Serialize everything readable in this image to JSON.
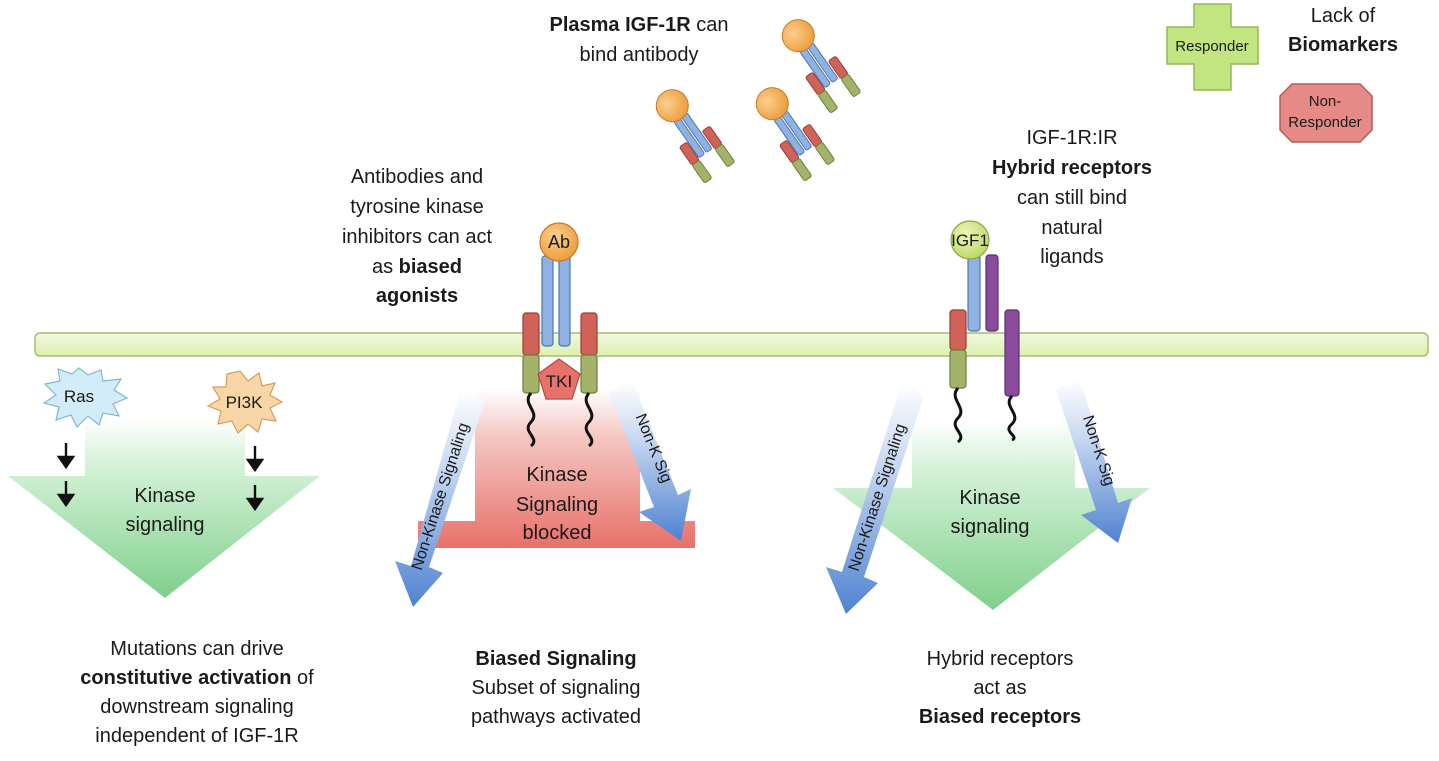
{
  "plasma": {
    "line1_bold": "Plasma IGF-1R",
    "line1_rest": " can",
    "line2": "bind antibody"
  },
  "biomarkers": {
    "line1": "Lack of",
    "line2": "Biomarkers",
    "responder": "Responder",
    "non_responder_1": "Non-",
    "non_responder_2": "Responder"
  },
  "hybrid_note": {
    "line1": "IGF-1R:IR",
    "line2": "Hybrid receptors",
    "line3": "can still bind",
    "line4": "natural",
    "line5": "ligands"
  },
  "antibody_note": {
    "line1": "Antibodies and",
    "line2": "tyrosine kinase",
    "line3": "inhibitors can act",
    "line4_pre": "as ",
    "line4_bold": "biased",
    "line5": "agonists"
  },
  "ligands": {
    "ab": "Ab",
    "tki": "TKI",
    "igf1": "IGF1"
  },
  "oncogenes": {
    "ras": "Ras",
    "pi3k": "PI3K"
  },
  "left_arrow": {
    "line1": "Kinase",
    "line2": "signaling"
  },
  "middle_arrow": {
    "line1": "Kinase",
    "line2": "Signaling",
    "line3": "blocked",
    "nonkinase": "Non-Kinase Signaling",
    "nonk": "Non-K Sig"
  },
  "right_arrow": {
    "line1": "Kinase",
    "line2": "signaling",
    "nonkinase": "Non-Kinase Signaling",
    "nonk": "Non-K Sig"
  },
  "caption_left": {
    "line1": "Mutations can drive",
    "line2_bold": "constitutive activation",
    "line2_rest": " of",
    "line3": "downstream signaling",
    "line4": "independent of IGF-1R"
  },
  "caption_middle": {
    "line1": "Biased Signaling",
    "line2": "Subset of signaling",
    "line3": "pathways activated"
  },
  "caption_right": {
    "line1": "Hybrid receptors",
    "line2": "act as",
    "line3": "Biased receptors"
  },
  "colors": {
    "membrane": "#e6f3c4",
    "kinase_green": "#7fd08b",
    "blocked_red": "#e8716a",
    "nonkinase_blue": "#4f82d1",
    "receptor_blue": "#8fb2e3",
    "receptor_red": "#d0625a",
    "receptor_green": "#a3b36a",
    "receptor_purple": "#8a4b9c",
    "ab_orange": "#f1a548",
    "igf1_green": "#c9e27a",
    "ras_blue": "#d2edf7",
    "pi3k_orange": "#f8d6a8",
    "responder_green": "#c3e581",
    "non_responder_red": "#e58a86"
  }
}
